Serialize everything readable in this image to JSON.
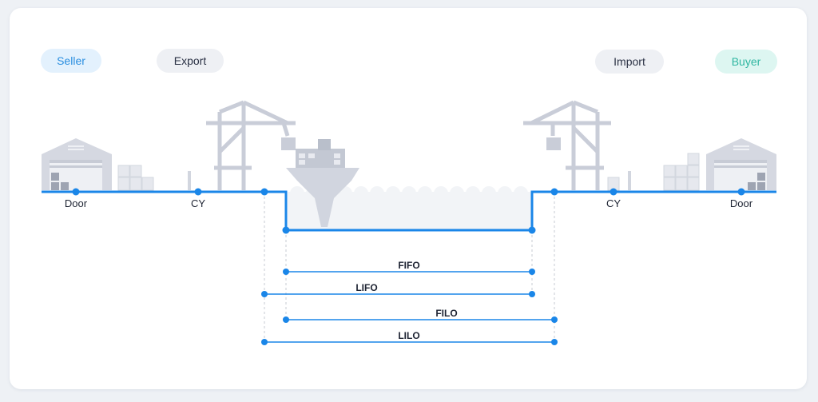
{
  "parties": {
    "seller": "Seller",
    "export": "Export",
    "import": "Import",
    "buyer": "Buyer"
  },
  "locations": {
    "door_left": "Door",
    "cy_left": "CY",
    "cy_right": "CY",
    "door_right": "Door"
  },
  "rules": [
    {
      "label": "FIFO"
    },
    {
      "label": "LIFO"
    },
    {
      "label": "FILO"
    },
    {
      "label": "LILO"
    }
  ],
  "colors": {
    "accent": "#1a86e8",
    "illustration": "#cfd3de",
    "water": "#f2f4f7",
    "dashed": "#c7cbd3"
  }
}
